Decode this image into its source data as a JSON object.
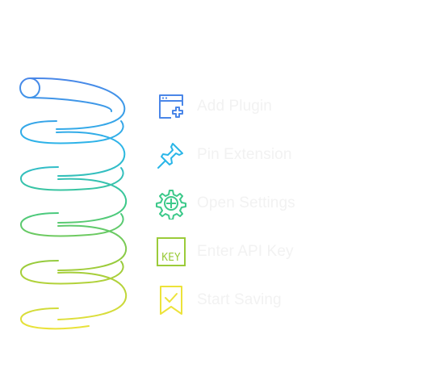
{
  "steps": [
    {
      "label": "Add Plugin",
      "icon": "browser-plus-icon",
      "color": "#4A86E8"
    },
    {
      "label": "Pin Extension",
      "icon": "pushpin-icon",
      "color": "#2BB6E8"
    },
    {
      "label": "Open Settings",
      "icon": "gear-plus-icon",
      "color": "#3CC98A"
    },
    {
      "label": "Enter API Key",
      "icon": "key-tag-icon",
      "color": "#9BCB3A"
    },
    {
      "label": "Start Saving",
      "icon": "bookmark-check-icon",
      "color": "#EDE33A"
    }
  ]
}
